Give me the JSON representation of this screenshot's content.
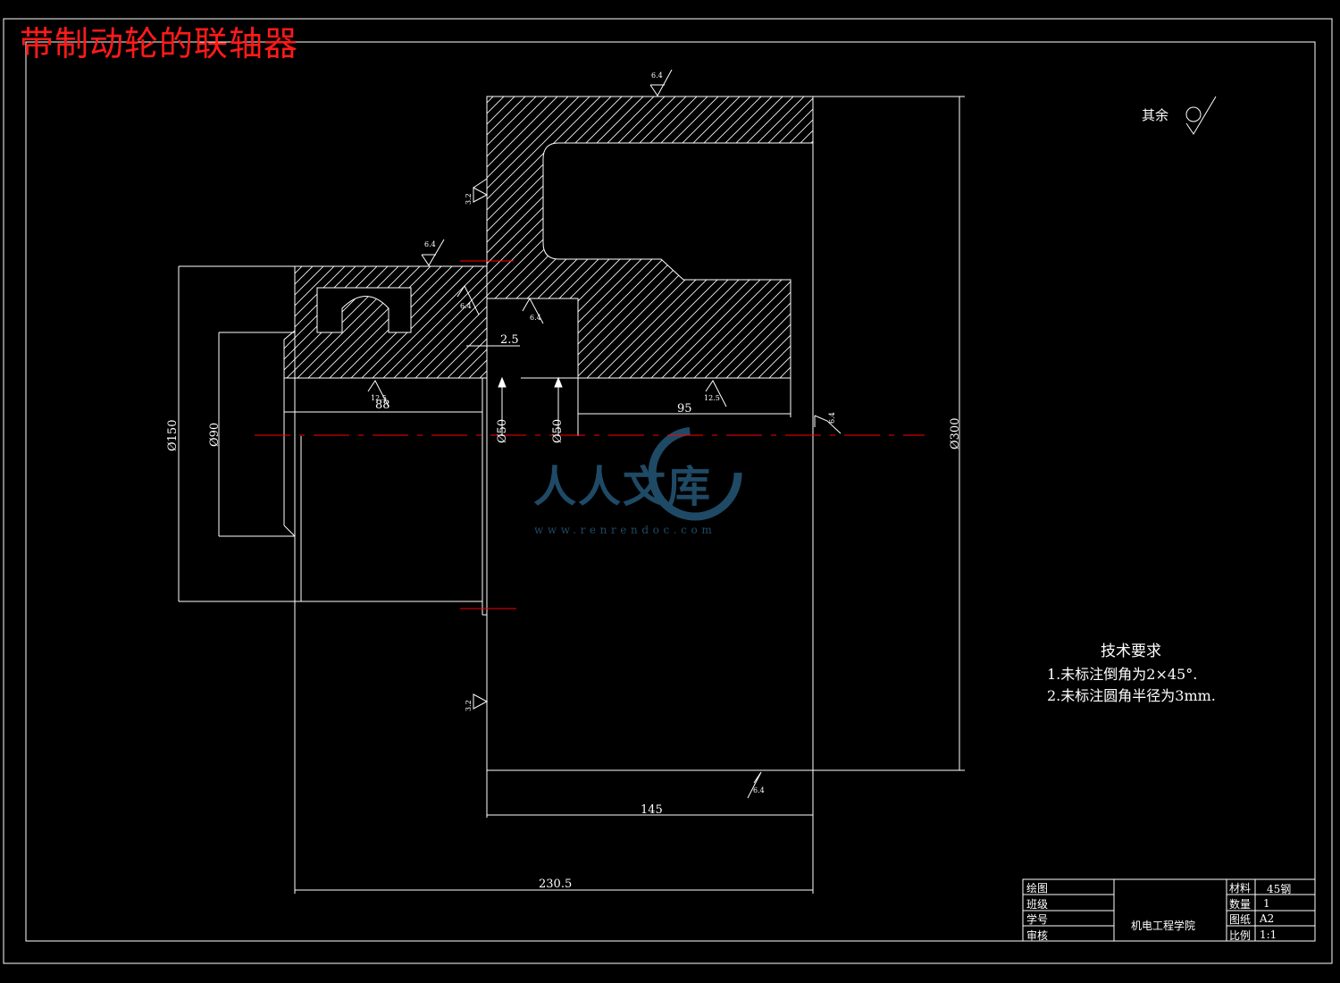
{
  "title": "带制动轮的联轴器",
  "watermark": {
    "text": "人人文库",
    "url": "www.renrendoc.com"
  },
  "dimensions": {
    "d150": "Ø150",
    "d90": "Ø90",
    "d50a": "Ø50",
    "d50b": "Ø50",
    "d300": "Ø300",
    "len88": "88",
    "len95": "95",
    "len2_5": "2.5",
    "len145": "145",
    "len230_5": "230.5"
  },
  "roughness": {
    "r_top": "6.4",
    "r_left_a": "3.2",
    "r_left_b": "3.2",
    "r_hub_top": "6.4",
    "r_hub_step1": "6.4",
    "r_hub_step2": "6.4",
    "r_bore_left": "12.5",
    "r_bore_right": "12.5",
    "r_face_right": "6.4",
    "r_bottom": "6.4",
    "other": "其余"
  },
  "notes": {
    "heading": "技术要求",
    "line1": "1.未标注倒角为2×45°.",
    "line2": "2.未标注圆角半径为3mm."
  },
  "title_block": {
    "draw": "绘图",
    "class": "班级",
    "student_id": "学号",
    "review": "审核",
    "school": "机电工程学院",
    "material_label": "材料",
    "material_value": "45钢",
    "qty_label": "数量",
    "qty_value": "1",
    "sheet_label": "图纸",
    "sheet_value": "A2",
    "scale_label": "比例",
    "scale_value": "1:1"
  },
  "colors": {
    "background": "#000000",
    "lines": "#ffffff",
    "centerline": "#ff0000",
    "title": "#ff1a1a",
    "watermark": "#1f4a66"
  }
}
